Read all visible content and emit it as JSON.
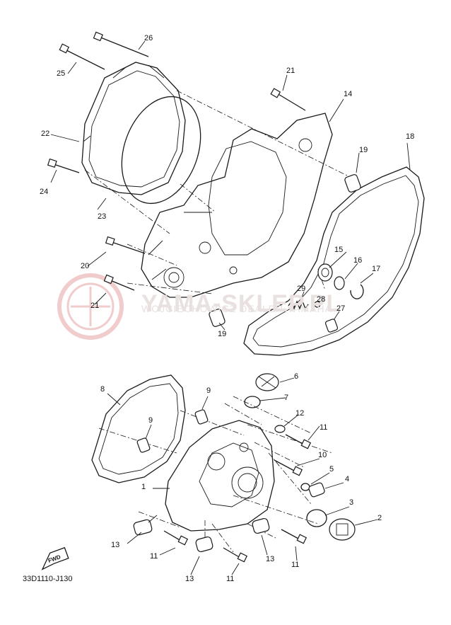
{
  "watermark": {
    "brand": "YAMA-SKLEP.PL",
    "subtitle": "WOJCIECHOWICZ DEALER YAMAHA"
  },
  "diagram_code": "33D1110-J130",
  "fwd_badge": "FWD",
  "callouts": {
    "n1": "1",
    "n2": "2",
    "n3": "3",
    "n4": "4",
    "n5": "5",
    "n6": "6",
    "n7": "7",
    "n8": "8",
    "n9a": "9",
    "n9b": "9",
    "n10": "10",
    "n11a": "11",
    "n11b": "11",
    "n11c": "11",
    "n11d": "11",
    "n12": "12",
    "n13a": "13",
    "n13b": "13",
    "n13c": "13",
    "n14": "14",
    "n15": "15",
    "n16": "16",
    "n17": "17",
    "n18": "18",
    "n19a": "19",
    "n19b": "19",
    "n20": "20",
    "n21a": "21",
    "n21b": "21",
    "n22": "22",
    "n23": "23",
    "n24": "24",
    "n25": "25",
    "n26": "26",
    "n27": "27",
    "n28": "28",
    "n29": "29"
  },
  "colors": {
    "line": "#1a1a1a",
    "watermark": "#e9e0e0",
    "logo": "#f0cccc"
  }
}
